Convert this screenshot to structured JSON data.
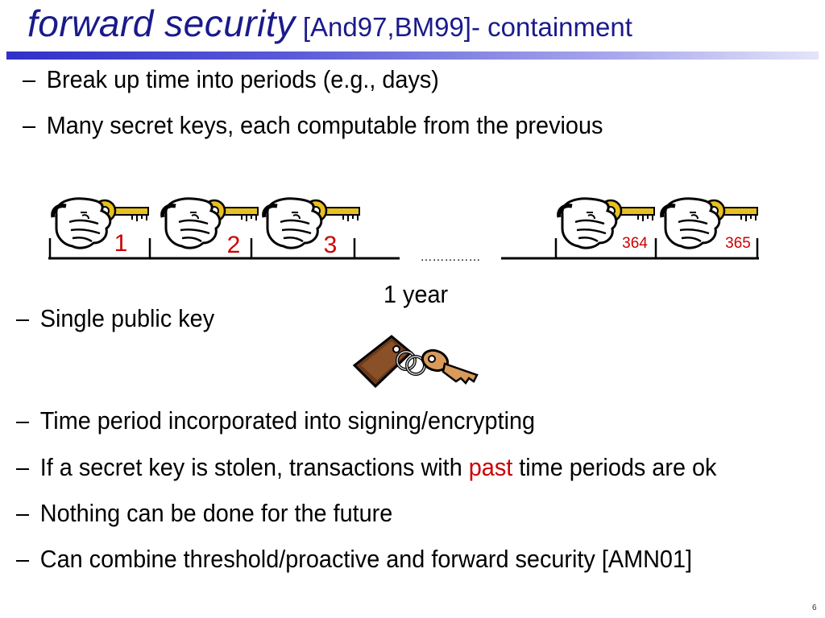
{
  "slide": {
    "title_main": "forward security",
    "title_sub": " [And97,BM99]- containment",
    "page_number": "6"
  },
  "bullets_top": [
    {
      "dash": "–",
      "text": "Break up time into periods (e.g., days)"
    },
    {
      "dash": "–",
      "text": "Many secret keys, each computable from the previous"
    }
  ],
  "timeline": {
    "periods": [
      "1",
      "2",
      "3",
      "364",
      "365"
    ],
    "ellipsis": "……………",
    "span_label": "1 year",
    "key_icon": "hand-key-icon",
    "period_color": "#cc0000"
  },
  "public_key": {
    "dash": "–",
    "label": "Single public key",
    "icon": "key-ring-icon"
  },
  "bullets_bottom": [
    {
      "dash": "–",
      "text": "Time period incorporated into signing/encrypting"
    },
    {
      "dash": "–",
      "before": "If a secret key is stolen, transactions with ",
      "accent": "past",
      "after": " time periods are ok"
    },
    {
      "dash": "–",
      "text": "Nothing can be done for the future"
    },
    {
      "dash": "–",
      "text": "Can combine threshold/proactive and forward security [AMN01]"
    }
  ],
  "colors": {
    "title": "#1a1a8c",
    "accent": "#cc0000",
    "key_gold": "#e8c020"
  }
}
